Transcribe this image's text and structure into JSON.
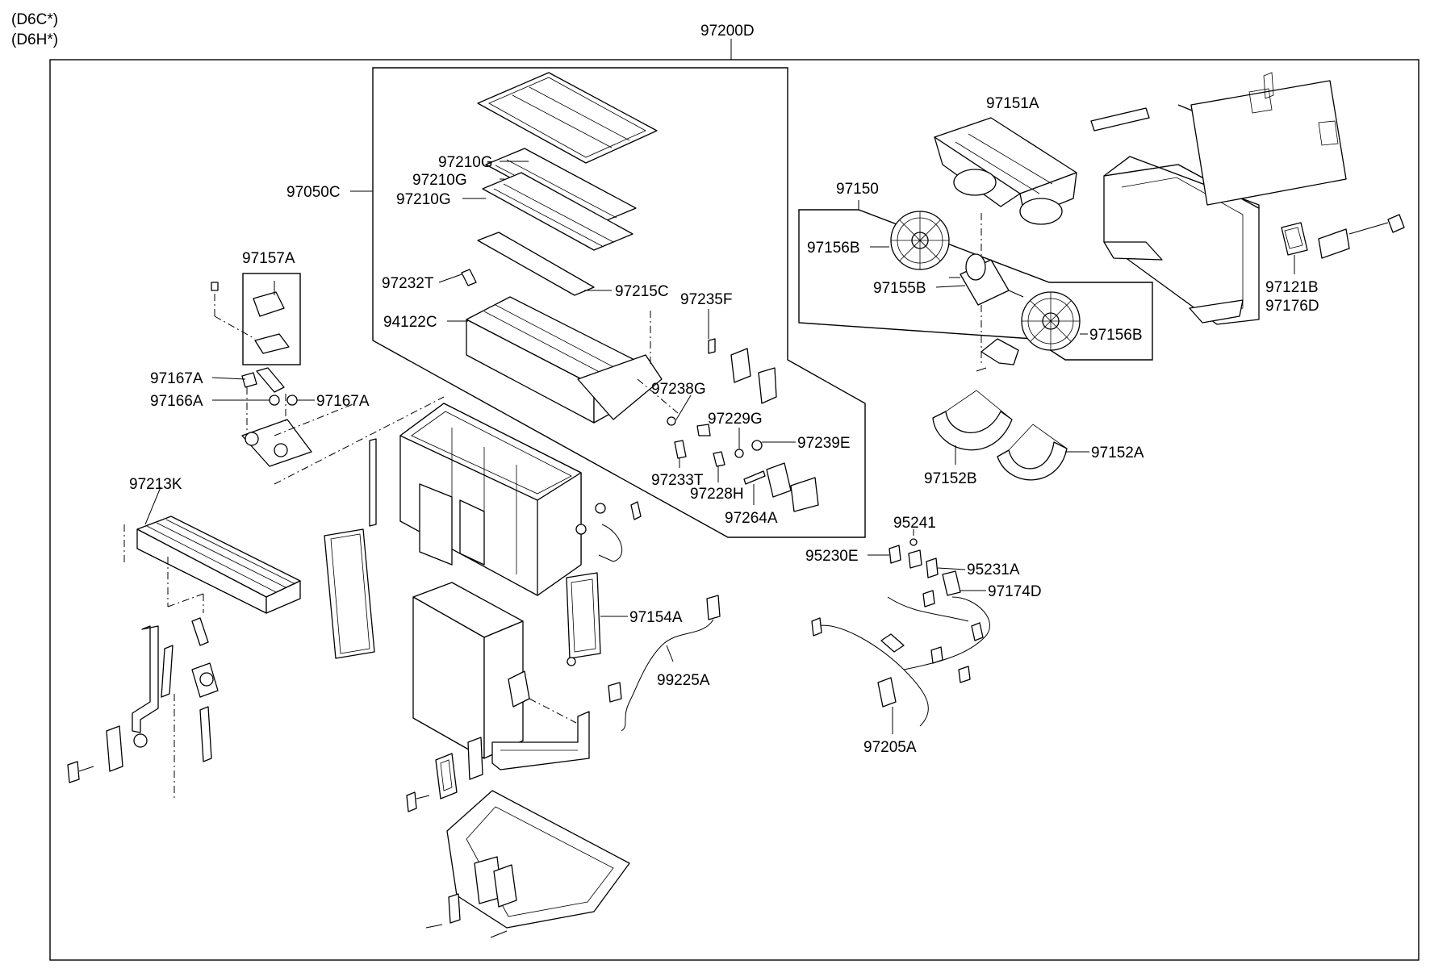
{
  "variants": [
    "(D6C*)",
    "(D6H*)"
  ],
  "labels": {
    "assembly": "97200D",
    "case": "97050C",
    "filter_1": "97210G",
    "filter_2": "97210G",
    "filter_3": "97210G",
    "screw_97232T": "97232T",
    "cover_97215C": "97215C",
    "evap_94122C": "94122C",
    "actuator_97235F": "97235F",
    "lever_97238G": "97238G",
    "link_97229G": "97229G",
    "cam_97239E": "97239E",
    "clip_97233T": "97233T",
    "rod_97228H": "97228H",
    "actuator_97264A": "97264A",
    "valve_kit_97157A": "97157A",
    "clamp_97167A_left": "97167A",
    "clamp_97167A_right": "97167A",
    "sensor_97166A": "97166A",
    "heater_core_97213K": "97213K",
    "seal_97154A": "97154A",
    "sensor_99225A": "99225A",
    "upper_case_97151A": "97151A",
    "blower_97150": "97150",
    "fan_97156B_left": "97156B",
    "motor_97155B": "97155B",
    "fan_97156B_right": "97156B",
    "resistor_97121B": "97121B",
    "resistor_97176D": "97176D",
    "lower_case_97152B": "97152B",
    "lower_case_97152A": "97152A",
    "relay_95241": "95241",
    "relay_95230E": "95230E",
    "relay_95231A": "95231A",
    "relay_97174D": "97174D",
    "harness_97205A": "97205A"
  }
}
